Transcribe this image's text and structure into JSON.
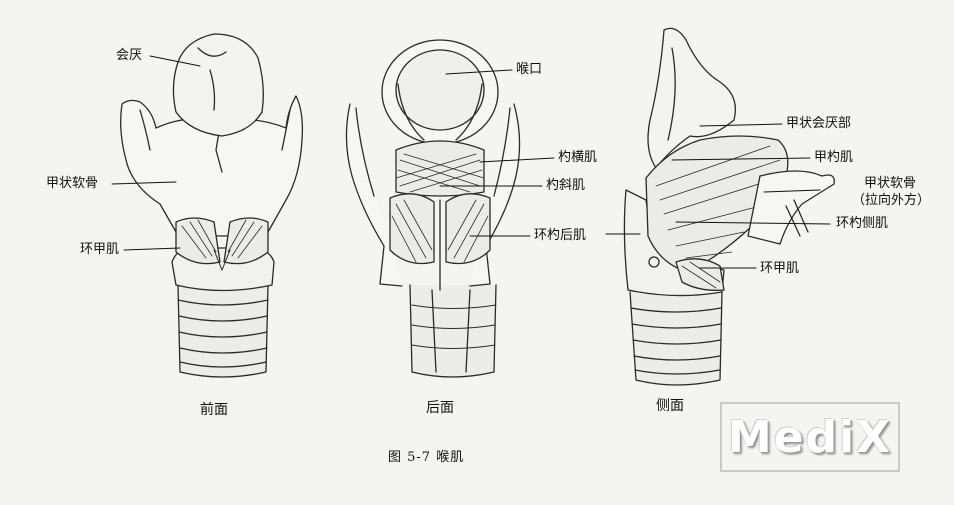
{
  "figure": {
    "caption": "图 5-7   喉肌"
  },
  "views": {
    "front": {
      "title": "前面",
      "labels": {
        "epiglottis": "会厌",
        "thyroid_cartilage": "甲状软骨",
        "cricothyroid": "环甲肌"
      }
    },
    "back": {
      "title": "后面",
      "labels": {
        "laryngeal_inlet": "喉口",
        "transverse_arytenoid": "杓横肌",
        "oblique_arytenoid": "杓斜肌",
        "posterior_cricoarytenoid": "环杓后肌"
      }
    },
    "side": {
      "title": "侧面",
      "labels": {
        "thyroepiglottic": "甲状会厌部",
        "thyroarytenoid": "甲杓肌",
        "thyroid_cartilage_line1": "甲状软骨",
        "thyroid_cartilage_line2": "（拉向外方）",
        "lateral_cricoarytenoid": "环杓侧肌",
        "cricothyroid": "环甲肌"
      }
    }
  },
  "watermark": "MediX"
}
